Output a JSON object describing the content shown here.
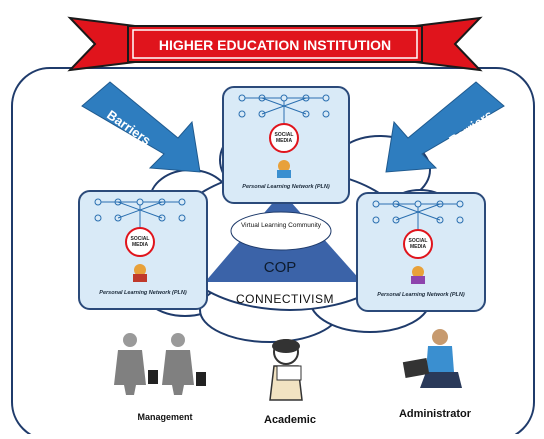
{
  "banner": {
    "title": "HIGHER EDUCATION INSTITUTION"
  },
  "barriers": {
    "left": "Barriers",
    "right": "Barriers"
  },
  "pln": {
    "top": "Personal Learning Network (PLN)",
    "left": "Personal Learning Network (PLN)",
    "right": "Personal Learning Network (PLN)"
  },
  "social_media_badge": "SOCIAL MEDIA",
  "vlc": "Virtual Learning Community",
  "cop": "COP",
  "connectivism": "CONNECTIVISM",
  "people": {
    "management": "Management",
    "academic": "Academic",
    "administrator": "Administrator"
  },
  "colors": {
    "banner_red": "#e0141c",
    "arrow_blue": "#2e7dbf",
    "frame_navy": "#1f3b6b",
    "triangle_blue": "#3b63a8",
    "card_fill": "#d9eaf7"
  }
}
